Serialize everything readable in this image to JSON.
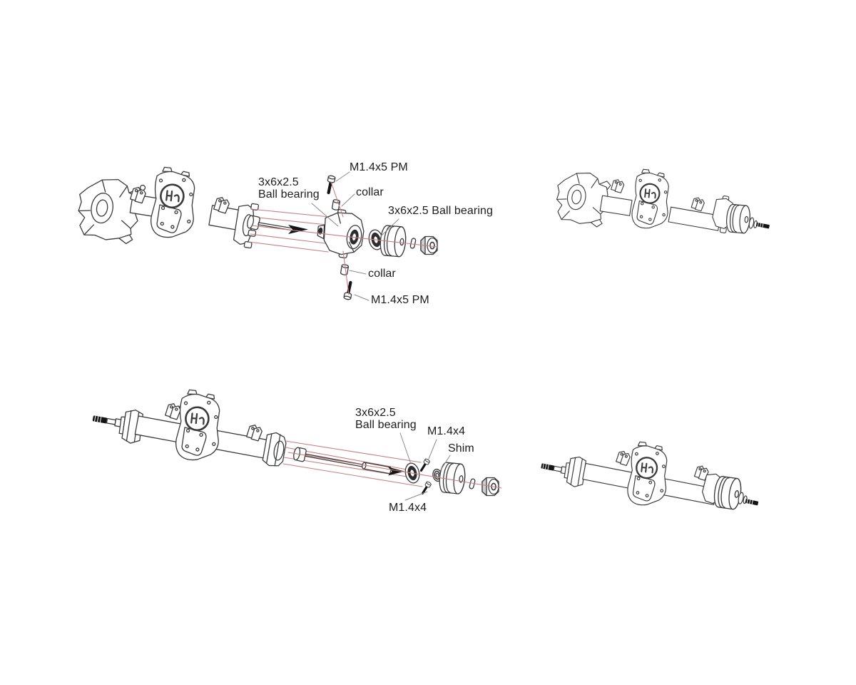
{
  "page": {
    "background": "#ffffff"
  },
  "colors": {
    "line_art": "#3a3a3a",
    "guide_red": "#c97e7e",
    "part_black": "#141414",
    "leader_gray": "#8a8a8a",
    "label_text": "#1c1c1c"
  },
  "icons": {
    "hr_logo": "HR"
  },
  "diagrams": {
    "front_axle_exploded": {
      "labels": {
        "screw_top": "M1.4x5 PM",
        "ball_bearing_left": "3x6x2.5\nBall bearing",
        "collar_top": "collar",
        "ball_bearing_right": "3x6x2.5 Ball bearing",
        "collar_bottom": "collar",
        "screw_bottom": "M1.4x5 PM"
      }
    },
    "rear_axle_exploded": {
      "labels": {
        "ball_bearing": "3x6x2.5\nBall bearing",
        "screw_top": "M1.4x4",
        "shim": "Shim",
        "screw_bottom": "M1.4x4"
      }
    }
  }
}
